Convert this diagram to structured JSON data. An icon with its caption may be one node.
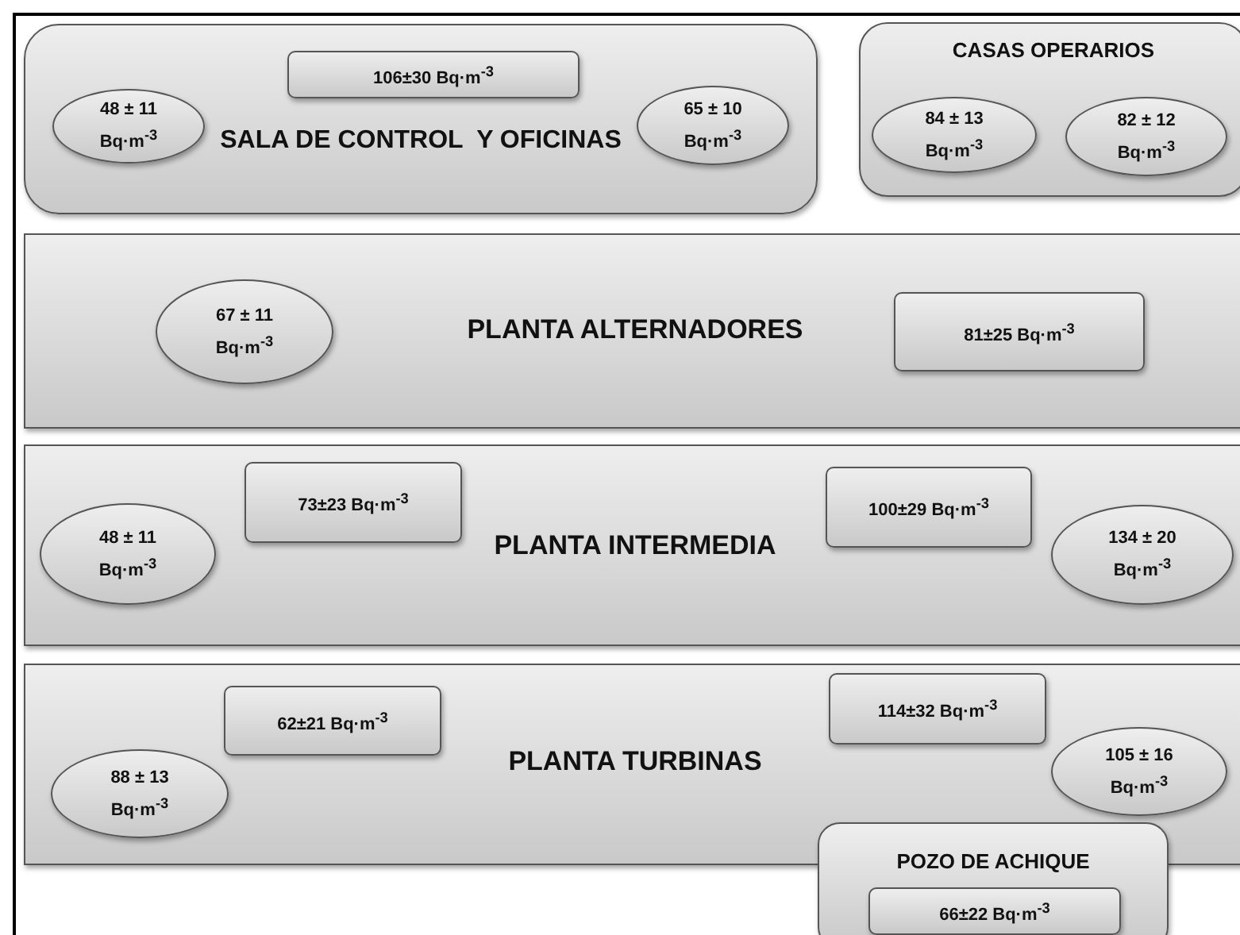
{
  "diagram": {
    "nodes": [
      {
        "text": [
          "SALA DE CONTROL  Y OFICINAS"
        ]
      },
      {
        "text": [
          "106±30 Bq·m$^{-3}$"
        ],
        "in": 0
      },
      {
        "text": [
          "48 ± 11 Bq·m$^{-3}$"
        ],
        "in": 0
      },
      {
        "text": [
          "65 ± 10 Bq·m$^{-3}$"
        ],
        "in": 0
      },
      {
        "text": [
          "CASAS OPERARIOS"
        ]
      },
      {
        "text": [
          "84 ± 13 Bq·m$^{-3}$"
        ],
        "in": 4
      },
      {
        "text": [
          "82 ± 12 Bq·m$^{-3}$"
        ],
        "in": 4
      },
      {
        "text": [
          "PLANTA ALTERNADORES"
        ]
      },
      {
        "text": [
          "67 ± 11 Bq·m$^{-3}$"
        ],
        "in": 7
      },
      {
        "text": [
          "81±25 Bq·m$^{-3}$"
        ],
        "in": 7
      },
      {
        "text": [
          "PLANTA INTERMEDIA"
        ]
      },
      {
        "text": [
          "73±23 Bq·m$^{-3}$"
        ],
        "in": 10
      },
      {
        "text": [
          "48 ± 11 Bq·m$^{-3}$"
        ],
        "in": 10
      },
      {
        "text": [
          "100±29 Bq·m$^{-3}$"
        ],
        "in": 10
      },
      {
        "text": [
          "134 ± 20 Bq·m$^{-3}$"
        ],
        "in": 10
      },
      {
        "text": [
          "PLANTA TURBINAS"
        ]
      },
      {
        "text": [
          "62±21 Bq·m$^{-3}$"
        ],
        "in": 15
      },
      {
        "text": [
          "88 ± 13 Bq·m$^{-3}$"
        ],
        "in": 15
      },
      {
        "text": [
          "114±32 Bq·m$^{-3}$"
        ],
        "in": 15
      },
      {
        "text": [
          "105 ± 16 Bq·m$^{-3}$"
        ],
        "in": 15
      },
      {
        "text": [
          "POZO DE ACHIQUE"
        ]
      },
      {
        "text": [
          "66±22 Bq·m$^{-3}$"
        ],
        "in": 20
      }
    ]
  }
}
